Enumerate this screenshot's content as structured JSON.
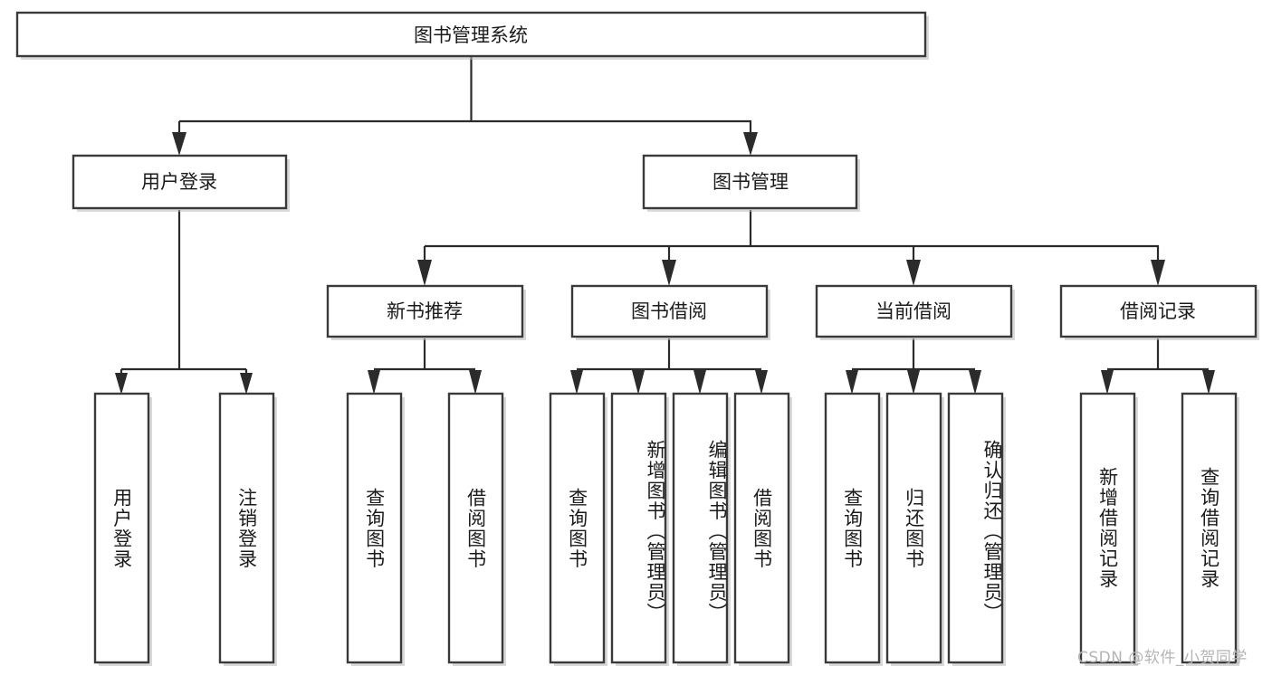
{
  "diagram": {
    "title": "图书管理系统",
    "type": "tree",
    "watermark": "CSDN @软件_小贺同学",
    "colors": {
      "box_stroke": "#3a3a3a",
      "box_fill": "#ffffff",
      "connector": "#2b2b2b",
      "text": "#1b1b1b",
      "watermark": "#b4b4b4",
      "background": "#ffffff"
    },
    "root": {
      "label": "图书管理系统",
      "level": 0
    },
    "level1": [
      {
        "label": "用户登录"
      },
      {
        "label": "图书管理"
      }
    ],
    "level2": [
      {
        "label": "新书推荐"
      },
      {
        "label": "图书借阅"
      },
      {
        "label": "当前借阅"
      },
      {
        "label": "借阅记录"
      }
    ],
    "leaves": {
      "user_login": [
        {
          "label": "用户登录"
        },
        {
          "label": "注销登录"
        }
      ],
      "new_book_recommend": [
        {
          "label": "查询图书"
        },
        {
          "label": "借阅图书"
        }
      ],
      "book_borrow": [
        {
          "label": "查询图书"
        },
        {
          "label": "新增图书（管理员）"
        },
        {
          "label": "编辑图书（管理员）"
        },
        {
          "label": "借阅图书"
        }
      ],
      "current_borrow": [
        {
          "label": "查询图书"
        },
        {
          "label": "归还图书"
        },
        {
          "label": "确认归还（管理员）"
        }
      ],
      "borrow_record": [
        {
          "label": "新增借阅记录"
        },
        {
          "label": "查询借阅记录"
        }
      ]
    }
  }
}
